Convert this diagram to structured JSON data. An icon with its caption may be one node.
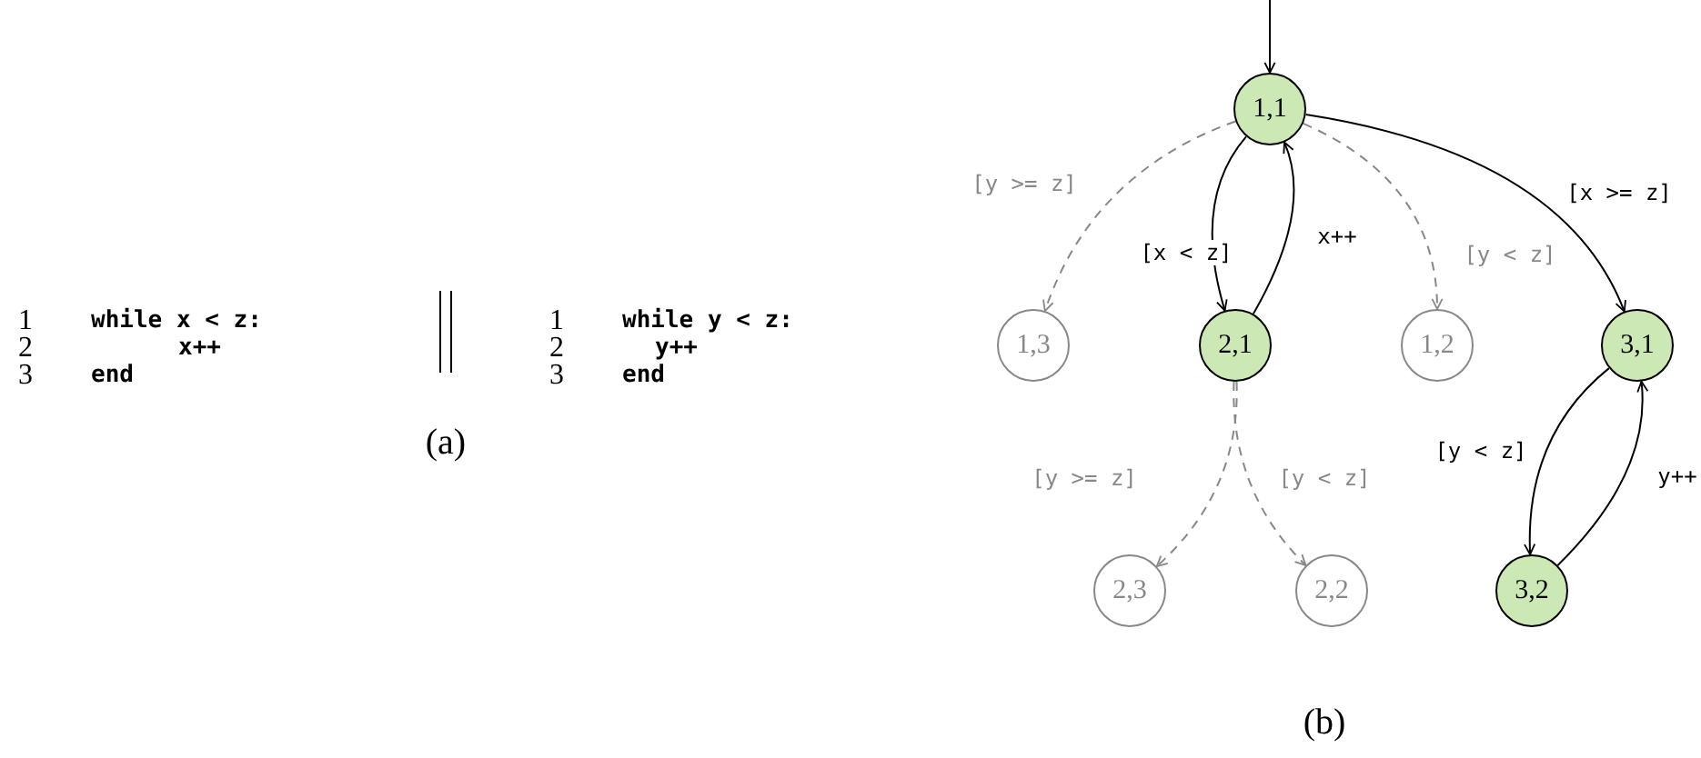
{
  "diagram": {
    "nodes": [
      {
        "text": [
          "1,1"
        ]
      },
      {
        "text": [
          "1,3"
        ]
      },
      {
        "text": [
          "2,1"
        ]
      },
      {
        "text": [
          "1,2"
        ]
      },
      {
        "text": [
          "3,1"
        ]
      },
      {
        "text": [
          "2,3"
        ]
      },
      {
        "text": [
          "2,2"
        ]
      },
      {
        "text": [
          "3,2"
        ]
      }
    ],
    "edges": [
      {
        "from": null,
        "to": 0,
        "arrow": "to"
      },
      {
        "from": 0,
        "to": 1,
        "arrow": "to",
        "label": "[y >= z]",
        "style": "dashed",
        "color": "#888888"
      },
      {
        "from": 0,
        "to": 2,
        "arrow": "to",
        "label": "[x < z]"
      },
      {
        "from": 2,
        "to": 0,
        "arrow": "to",
        "label": "x++"
      },
      {
        "from": 0,
        "to": 3,
        "arrow": "to",
        "label": "[y < z]",
        "style": "dashed",
        "color": "#888888"
      },
      {
        "from": 0,
        "to": 4,
        "arrow": "to",
        "label": "[x >= z]"
      },
      {
        "from": 2,
        "to": 5,
        "arrow": "to",
        "label": "[y >= z]",
        "style": "dashed",
        "color": "#888888"
      },
      {
        "from": 2,
        "to": 6,
        "arrow": "to",
        "label": "[y < z]",
        "style": "dashed",
        "color": "#888888"
      },
      {
        "from": 4,
        "to": 7,
        "arrow": "to",
        "label": "[y < z]"
      },
      {
        "from": 7,
        "to": 4,
        "arrow": "to",
        "label": "y++"
      }
    ],
    "labels": [
      "1",
      "while x < z:",
      "2",
      "x++",
      "3",
      "end",
      "1",
      "while y < z:",
      "2",
      "y++",
      "3",
      "end",
      "(a)",
      "(b)"
    ]
  }
}
